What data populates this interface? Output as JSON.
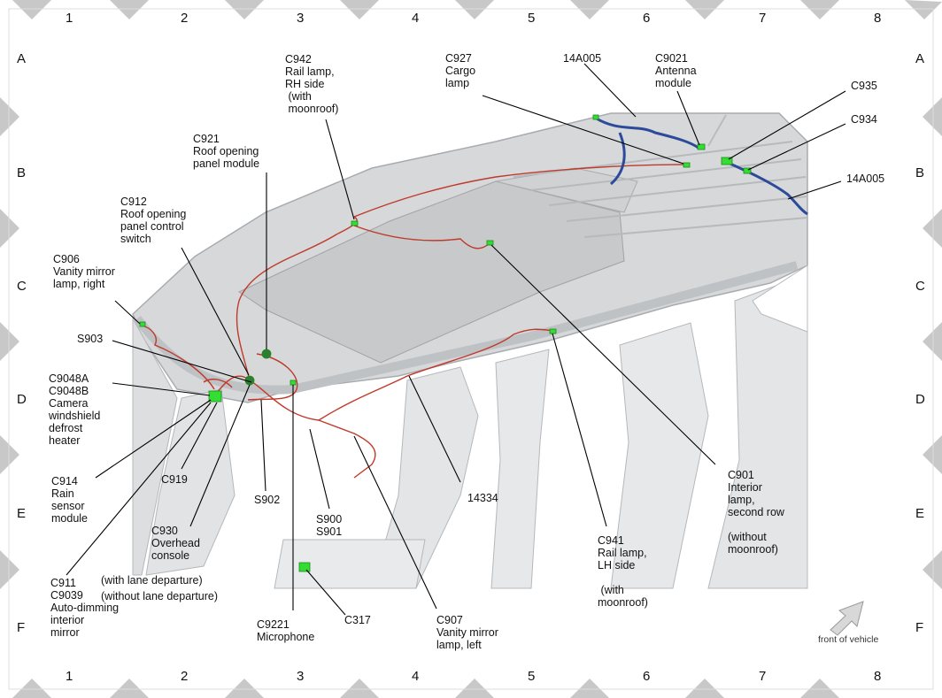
{
  "grid": {
    "columns": [
      "1",
      "2",
      "3",
      "4",
      "5",
      "6",
      "7",
      "8"
    ],
    "rows": [
      "A",
      "B",
      "C",
      "D",
      "E",
      "F"
    ]
  },
  "labels": {
    "c942": "C942\nRail lamp,\nRH side\n (with\n moonroof)",
    "c927": "C927\nCargo\nlamp",
    "a14a005_top": "14A005",
    "c9021": "C9021\nAntenna\nmodule",
    "c935": "C935",
    "c934": "C934",
    "a14a005_right": "14A005",
    "c921": "C921\nRoof opening\npanel module",
    "c912": "C912\nRoof opening\npanel control\nswitch",
    "c906": "C906\nVanity mirror\nlamp, right",
    "s903": "S903",
    "c9048": "C9048A\nC9048B\nCamera\nwindshield\ndefrost\nheater",
    "c914": "C914\nRain\nsensor\nmodule",
    "c919": "C919",
    "s902": "S902",
    "s900": "S900\nS901",
    "c930": "C930\nOverhead\nconsole",
    "c911": "C911\nC9039\nAuto-dimming\ninterior\nmirror",
    "lane_with": "(with lane departure)",
    "lane_without": "(without lane departure)",
    "a14334": "14334",
    "c901": "C901\nInterior\nlamp,\nsecond row\n\n(without\nmoonroof)",
    "c941": "C941\nRail lamp,\nLH side\n\n (with\nmoonroof)",
    "c9221": "C9221\nMicrophone",
    "c317": "C317",
    "c907": "C907\nVanity mirror\nlamp, left",
    "front": "front of vehicle"
  },
  "colors": {
    "wire": "#c0392b",
    "connector": "#33dd33",
    "antenna_harness": "#2c4a9a",
    "roof": "#d4d6d8",
    "frame_diamond": "#c8c8c8"
  }
}
